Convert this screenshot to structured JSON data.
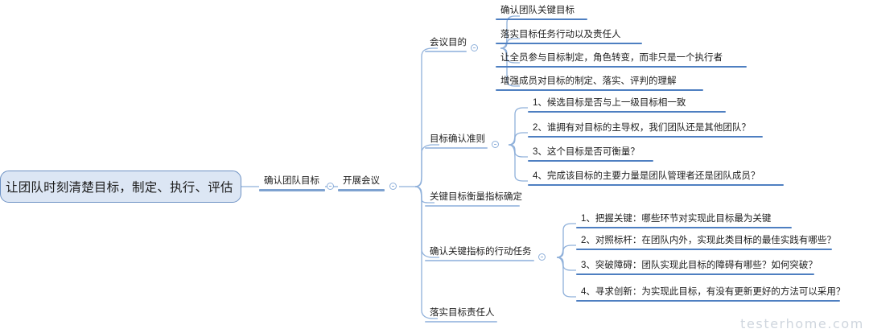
{
  "diagram": {
    "type": "mindmap",
    "watermark": "testerhome.com",
    "colors": {
      "leaf_rule": "#4e7fc1",
      "branch_rule": "#a8c2e4",
      "spine_rule": "#7ea2d0",
      "connector": "#8fb0da",
      "root_fill": "#dce6f4",
      "root_border": "#6e92c4",
      "text": "#1d1d1d",
      "watermark": "#cfd6de"
    },
    "root": {
      "label": "让团队时刻清楚目标，制定、执行、评估"
    },
    "spine": [
      {
        "label": "确认团队目标",
        "toggle": "collapse-minus-icon"
      },
      {
        "label": "开展会议",
        "toggle": "collapse-minus-icon"
      }
    ],
    "branches": [
      {
        "label": "会议目的",
        "toggle": "collapse-minus-icon",
        "children": [
          {
            "label": "确认团队关键目标"
          },
          {
            "label": "落实目标任务行动以及责任人"
          },
          {
            "label": "让全员参与目标制定，角色转变，而非只是一个执行者"
          },
          {
            "label": "增强成员对目标的制定、落实、评判的理解"
          }
        ]
      },
      {
        "label": "目标确认准则",
        "toggle": "collapse-minus-icon",
        "children": [
          {
            "label": "1、候选目标是否与上一级目标相一致"
          },
          {
            "label": "2、谁拥有对目标的主导权，我们团队还是其他团队？"
          },
          {
            "label": "3、这个目标是否可衡量？"
          },
          {
            "label": "4、完成该目标的主要力量是团队管理者还是团队成员？"
          }
        ]
      },
      {
        "label": "关键目标衡量指标确定",
        "toggle": null,
        "children": []
      },
      {
        "label": "确认关键指标的行动任务",
        "toggle": "collapse-minus-icon",
        "children": [
          {
            "label": "1、把握关键：哪些环节对实现此目标最为关键"
          },
          {
            "label": "2、对照标杆：在团队内外，实现此类目标的最佳实践有哪些？"
          },
          {
            "label": "3、突破障碍：团队实现此目标的障碍有哪些？如何突破？"
          },
          {
            "label": "4、寻求创新：为实现此目标，有没有更新更好的方法可以采用？"
          }
        ]
      },
      {
        "label": "落实目标责任人",
        "toggle": null,
        "children": []
      }
    ]
  }
}
